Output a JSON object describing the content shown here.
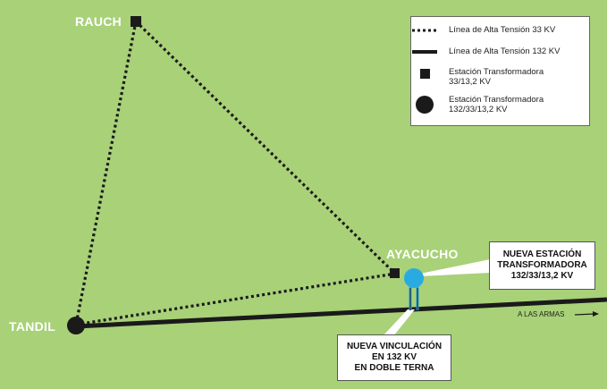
{
  "background_color": "#a8d178",
  "colors": {
    "line": "#1a1a1a",
    "new_station": "#29abe2",
    "city_label": "#ffffff"
  },
  "cities": {
    "rauch": "RAUCH",
    "tandil": "TANDIL",
    "ayacucho": "AYACUCHO"
  },
  "legend": {
    "items": [
      {
        "symbol": "dotted-line",
        "label": "Línea de Alta Tensión 33 KV"
      },
      {
        "symbol": "solid-line",
        "label": "Línea de Alta Tensión 132 KV"
      },
      {
        "symbol": "square",
        "label": "Estación Transformadora\n33/13,2 KV"
      },
      {
        "symbol": "circle",
        "label": "Estación Transformadora\n132/33/13,2 KV"
      }
    ]
  },
  "callouts": {
    "nueva_estacion": "NUEVA ESTACIÓN\nTRANSFORMADORA\n132/33/13,2 KV",
    "nueva_vinculacion": "NUEVA VINCULACIÓN\nEN 132 KV\nEN DOBLE TERNA"
  },
  "direction_label": "A LAS ARMAS"
}
